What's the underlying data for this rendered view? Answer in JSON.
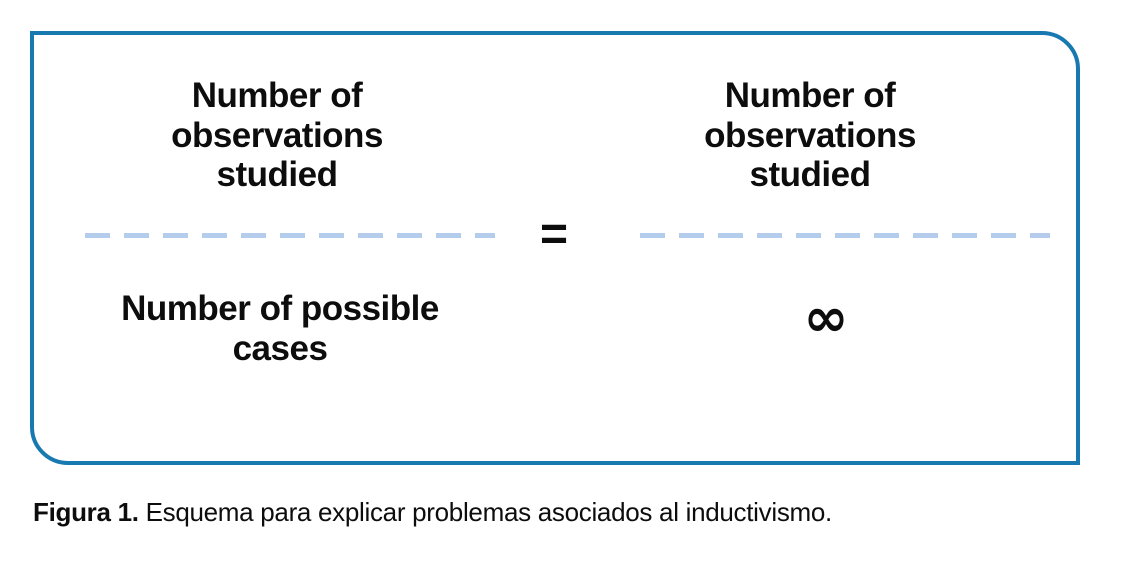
{
  "figure": {
    "diagram": {
      "left_fraction": {
        "numerator": "Number of\nobservations\nstudied",
        "denominator": "Number of possible\ncases"
      },
      "equals_sign": "=",
      "right_fraction": {
        "numerator": "Number of\nobservations\nstudied",
        "denominator_infinity": "∞"
      }
    },
    "caption": {
      "label": "Figura 1.",
      "text": " Esquema para explicar problemas asociados al inductivismo."
    },
    "colors": {
      "box_border_blue": "#1879b1",
      "fraction_bar_blue": "#b5cdec",
      "text_black": "#0d0d0d",
      "background": "#ffffff"
    }
  }
}
